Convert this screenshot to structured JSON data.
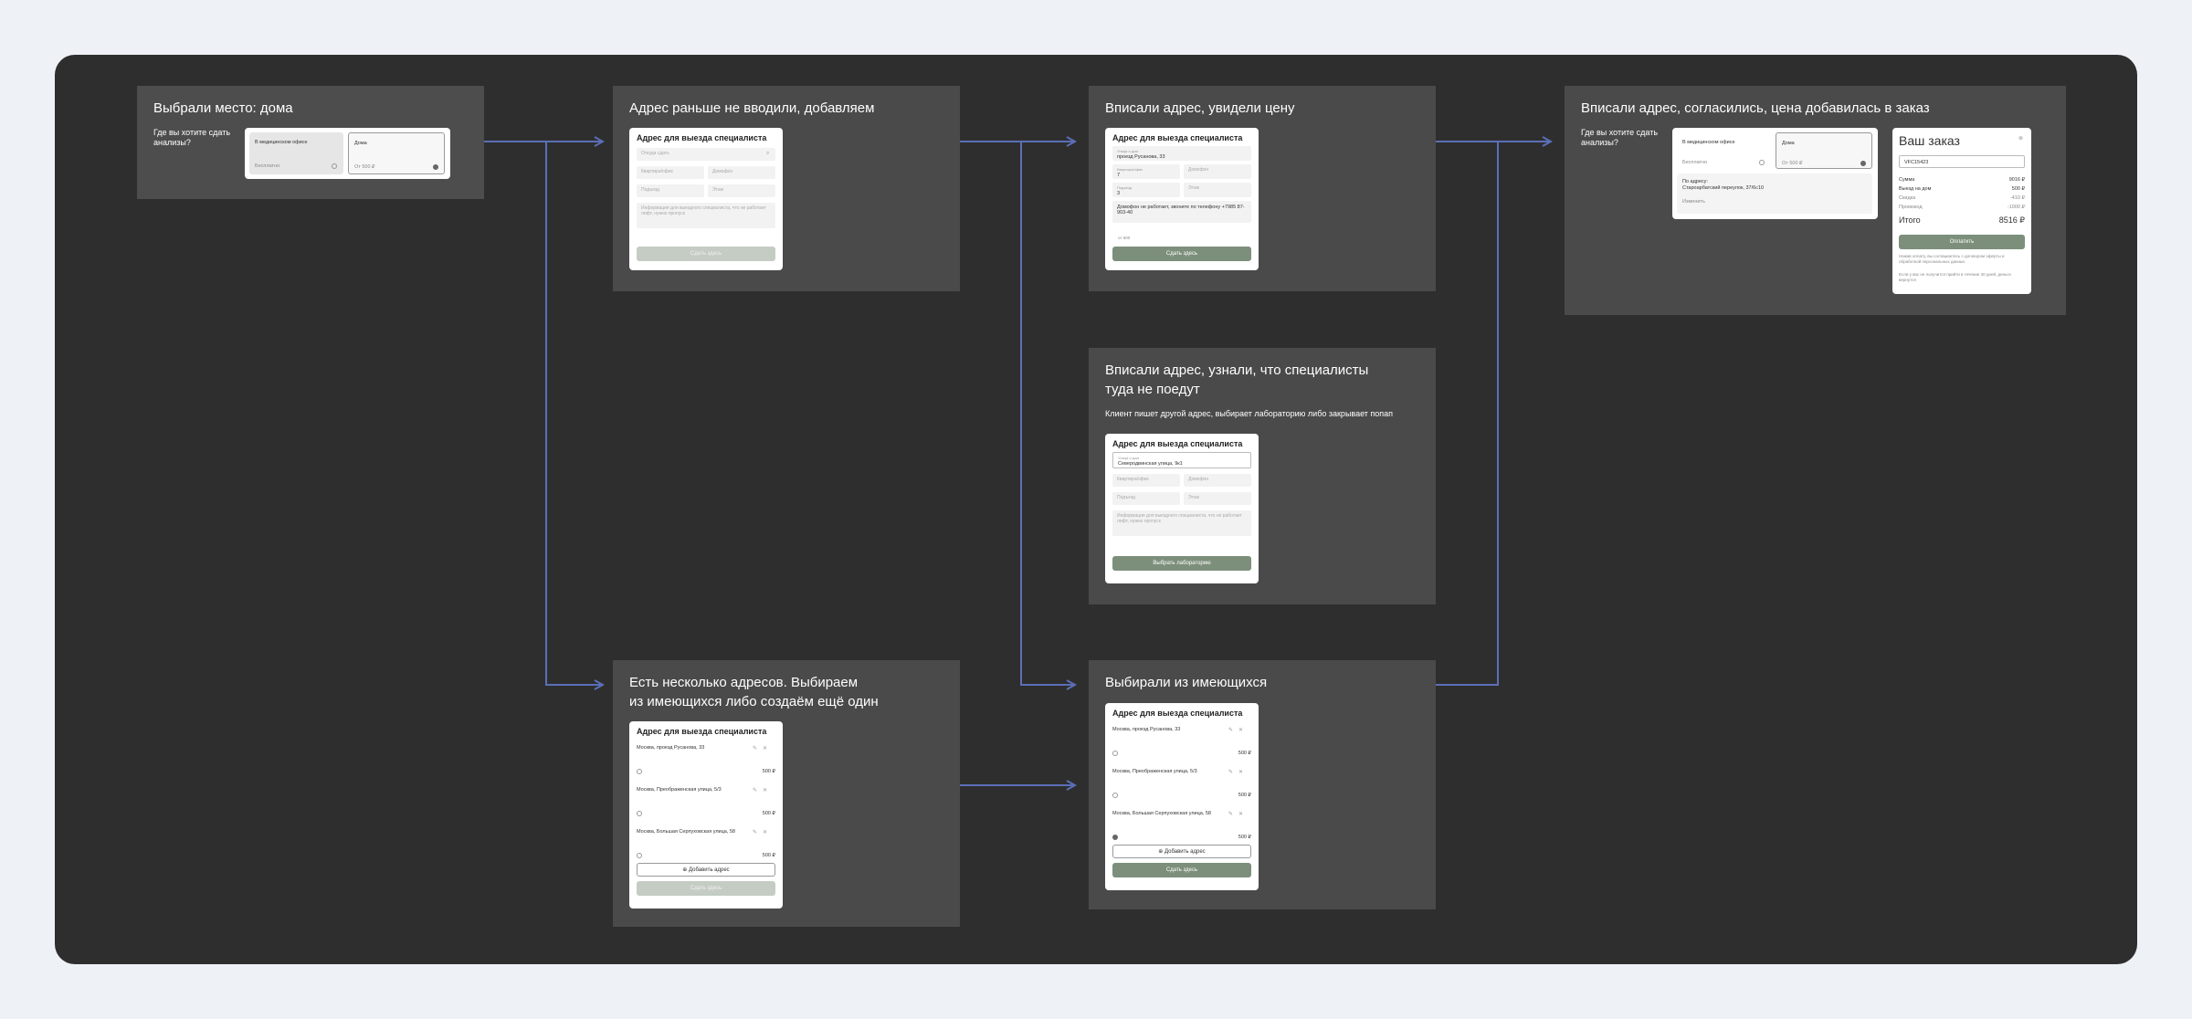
{
  "colors": {
    "page_bg": "#eef1f6",
    "board_bg": "#2e2e2e",
    "panel_bg": "#4a4a4a",
    "arrow": "#5b6fb8",
    "accent_green": "#7c8f7b"
  },
  "p1": {
    "title": "Выбрали место: дома",
    "question": "Где вы хотите сдать анализы?",
    "opt_office": "В медицинском офисе",
    "opt_office_price": "Бесплатно",
    "opt_home": "Дома",
    "opt_home_price": "От 500 ₽"
  },
  "p2": {
    "title": "Адрес раньше не вводили, добавляем",
    "card_title": "Адрес для выезда специалиста",
    "f_address": "Откуда сдать",
    "f_entrance": "Квартира/офис",
    "f_intercom": "Домофон",
    "f_floor": "Подъезд",
    "f_floor2": "Этаж",
    "f_comment": "Информация для выездного специалиста, что не работает лифт, нужно пропуск",
    "button": "Сдать здесь"
  },
  "p3": {
    "title": "Вписали адрес, увидели цену",
    "card_title": "Адрес для выезда специалиста",
    "f_address_lbl": "Улица и дом",
    "f_address_val": "проезд Русанова, 33",
    "f_apt_lbl": "Квартира/офис",
    "f_apt_val": "7",
    "f_intercom": "Домофон",
    "f_entr_lbl": "Подъезд",
    "f_entr_val": "3",
    "f_floor": "Этаж",
    "f_comment_val": "Домофон не работает, звоните по телефону +7985 87-903-40",
    "price_note": "от 500",
    "button": "Сдать здесь"
  },
  "p4": {
    "title": "Вписали адрес, согласились, цена добавилась в заказ",
    "question": "Где вы хотите сдать анализы?",
    "opt_office": "В медицинском офисе",
    "opt_office_price": "Бесплатно",
    "opt_home": "Дома",
    "opt_home_price": "От 500 ₽",
    "addr_lbl": "По адресу:",
    "addr_val": "Староарбатский переулок, 37/6с10",
    "change": "Изменить",
    "order_title": "Ваш заказ",
    "promo": "VFC15423",
    "rows": [
      {
        "k": "Сумма",
        "v": "9016 ₽"
      },
      {
        "k": "Выезд на дом",
        "v": "500 ₽"
      },
      {
        "k": "Скидка",
        "v": "-410 ₽"
      },
      {
        "k": "Промокод",
        "v": "-1000 ₽"
      }
    ],
    "total_k": "Итого",
    "total_v": "8516 ₽",
    "pay": "Оплатить",
    "note1": "Нажав оплату, вы соглашаетесь с договором оферты и обработкой персональных данных",
    "note2": "Если у вас не получится прийти в течение 30 дней, деньги вернутся"
  },
  "p5": {
    "title1": "Вписали адрес, узнали, что специалисты",
    "title2": "туда не поедут",
    "subtitle": "Клиент пишет другой адрес, выбирает лабораторию либо закрывает попап",
    "card_title": "Адрес для выезда специалиста",
    "f_address_lbl": "Улица и дом",
    "f_address_val": "Северодвинская улица, 9к1",
    "f_apt": "Квартира/офис",
    "f_intercom": "Домофон",
    "f_entr": "Подъезд",
    "f_floor": "Этаж",
    "f_comment": "Информация для выездного специалиста, что не работает лифт, нужно пропуск",
    "button": "Выбрать лабораторию"
  },
  "p6": {
    "title1": "Есть несколько адресов. Выбираем",
    "title2": "из имеющихся либо создаём ещё один",
    "card_title": "Адрес для выезда специалиста",
    "addresses": [
      {
        "name": "Москва, проезд Русанова, 33",
        "price": "500 ₽"
      },
      {
        "name": "Москва, Преображенская улица, 5/3",
        "price": "500 ₽"
      },
      {
        "name": "Москва, Большая Серпуховская улица, 58",
        "price": "500 ₽"
      }
    ],
    "add": "⊕ Добавить адрес",
    "button": "Сдать здесь"
  },
  "p7": {
    "title": "Выбирали из имеющихся",
    "card_title": "Адрес для выезда специалиста",
    "addresses": [
      {
        "name": "Москва, проезд Русанова, 33",
        "price": "500 ₽"
      },
      {
        "name": "Москва, Преображенская улица, 5/3",
        "price": "500 ₽"
      },
      {
        "name": "Москва, Большая Серпуховская улица, 58",
        "price": "500 ₽"
      }
    ],
    "add": "⊕ Добавить адрес",
    "button": "Сдать здесь"
  }
}
